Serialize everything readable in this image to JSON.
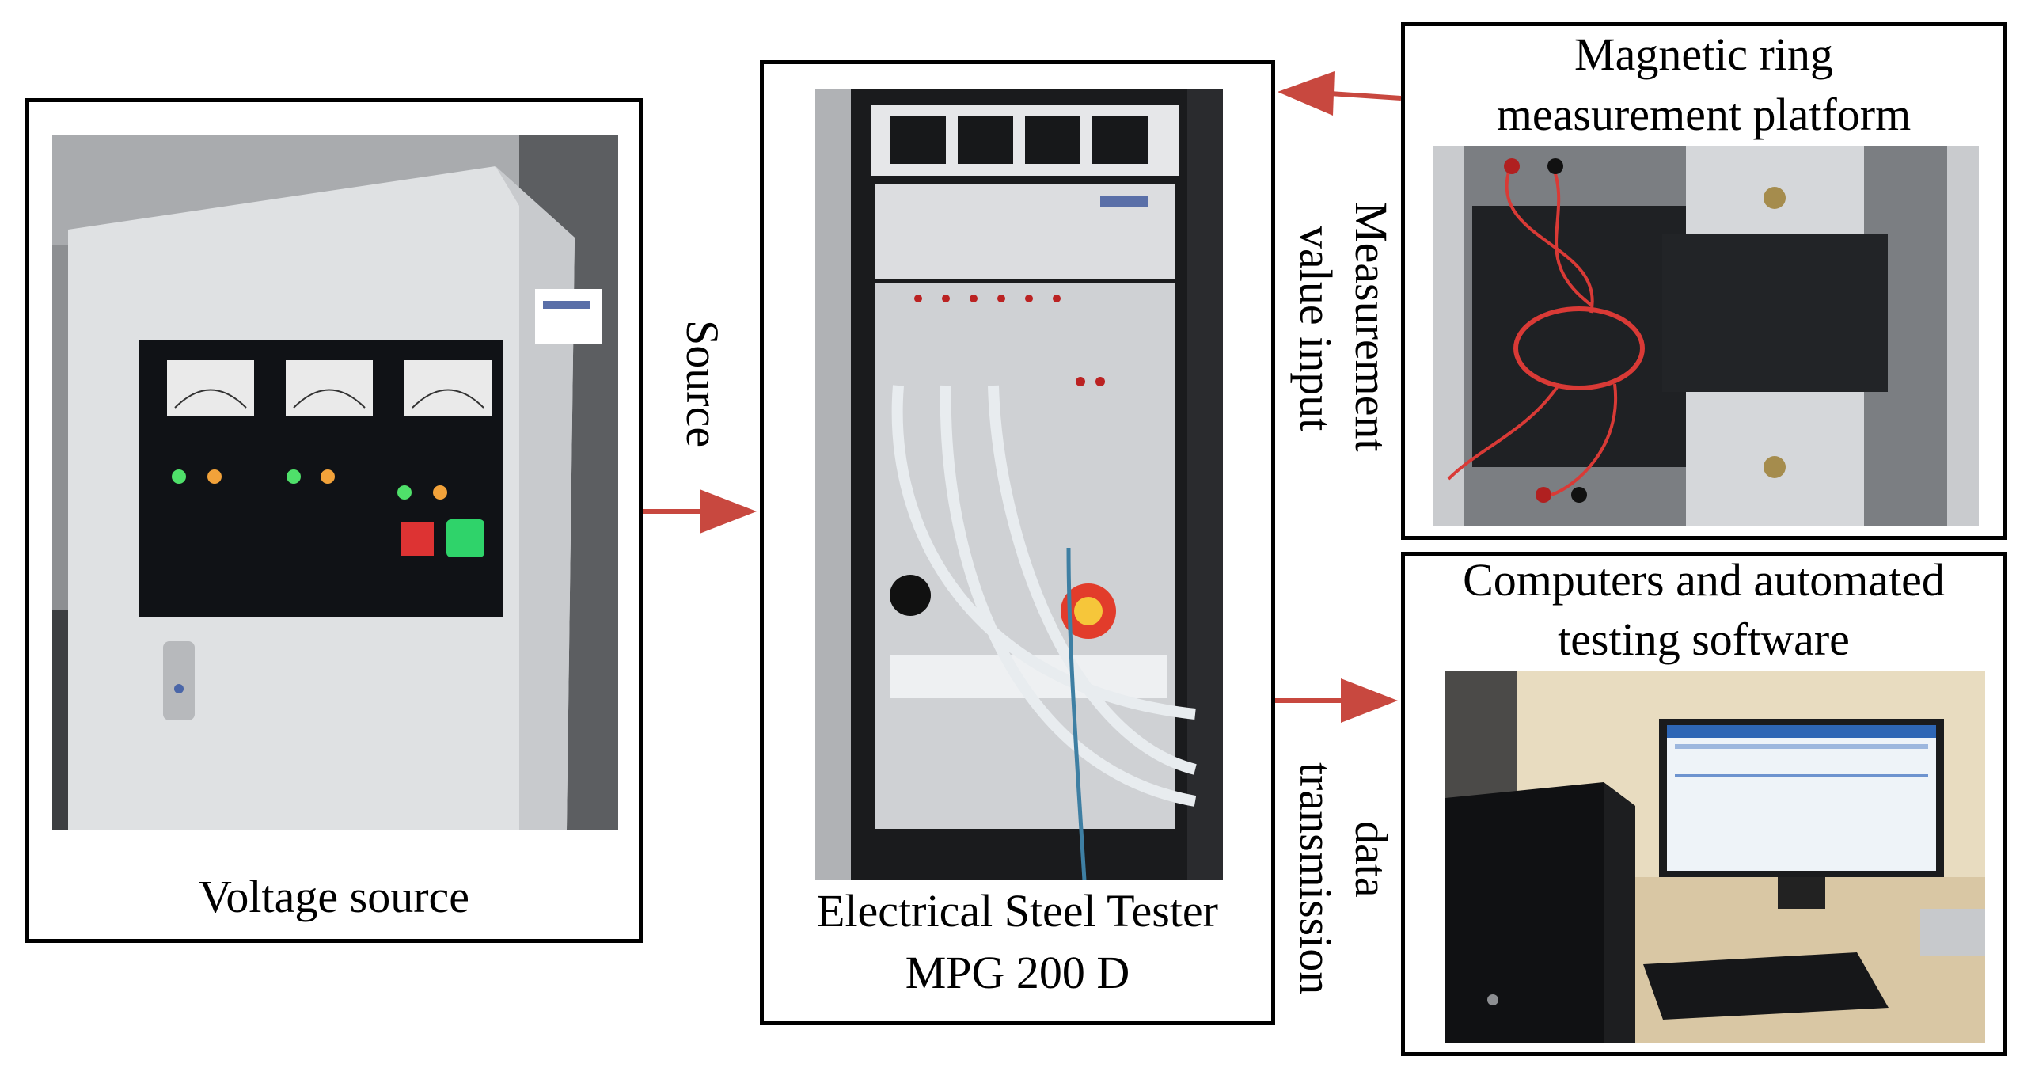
{
  "blocks": {
    "voltage_source": {
      "label": "Voltage source"
    },
    "tester": {
      "label_line1": "Electrical Steel Tester",
      "label_line2": "MPG 200 D"
    },
    "ring_platform": {
      "label_line1": "Magnetic ring",
      "label_line2": "measurement platform"
    },
    "computers": {
      "label_line1": "Computers and automated",
      "label_line2": "testing software"
    }
  },
  "connections": {
    "source": "Source",
    "measurement_line1": "Measurement",
    "measurement_line2": "value input",
    "data_line1": "data",
    "data_line2": "transmission"
  },
  "colors": {
    "arrow": "#c8483f",
    "border": "#000000"
  }
}
